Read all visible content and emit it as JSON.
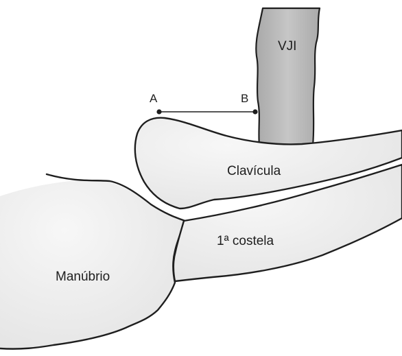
{
  "figure": {
    "labels": {
      "vein": "VJI",
      "point_a": "A",
      "point_b": "B",
      "clavicle": "Clavícula",
      "first_rib": "1ª costela",
      "manubrium": "Manúbrio"
    },
    "colors": {
      "background": "#ffffff",
      "bone_fill": "#ececec",
      "vein_fill": "#bdbdbd",
      "outline": "#1e1e1e"
    }
  }
}
